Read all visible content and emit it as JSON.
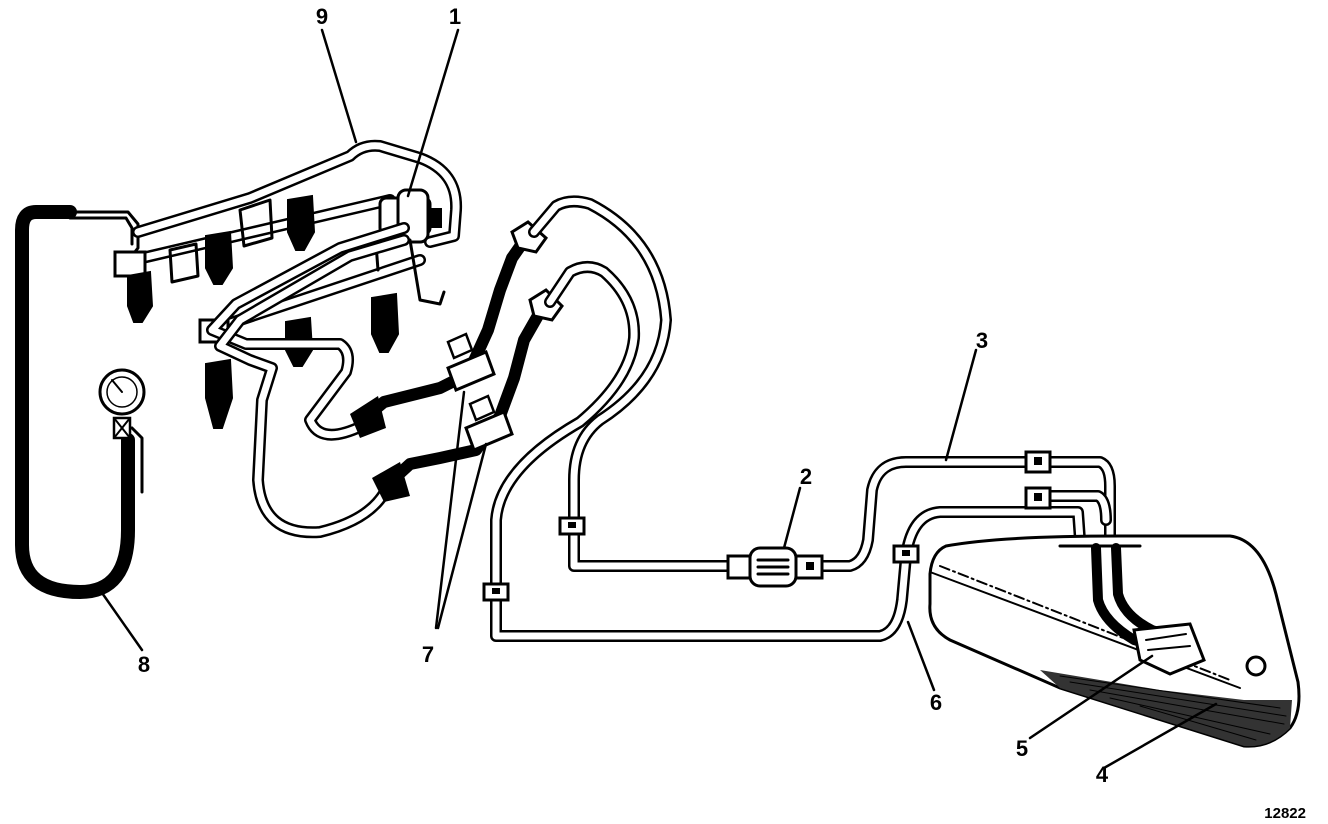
{
  "callouts": [
    "1",
    "2",
    "3",
    "4",
    "5",
    "6",
    "7",
    "8",
    "9"
  ],
  "figure_number": "12822"
}
